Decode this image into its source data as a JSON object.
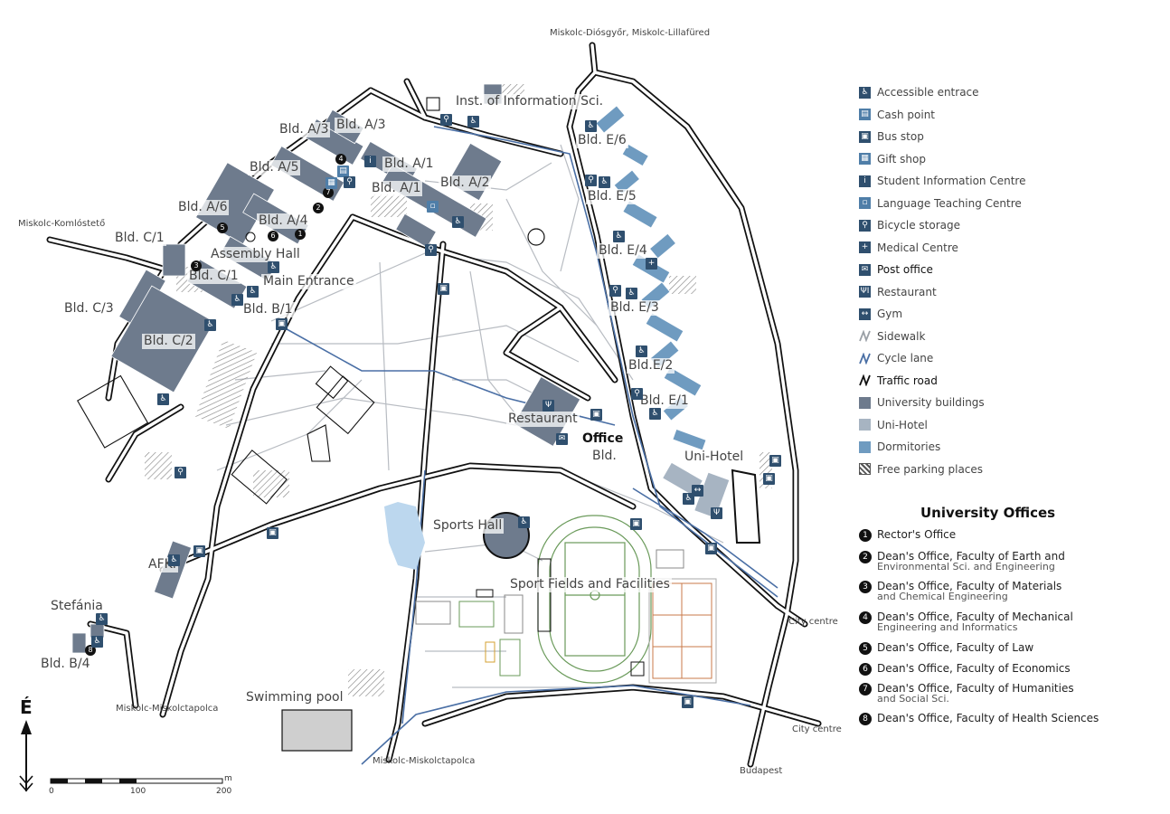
{
  "map": {
    "road_labels": {
      "north": "Miskolc-Diósgyőr, Miskolc-Lillafüred",
      "west": "Miskolc-Komlóstető",
      "southwest": "Miskolc-Miskolctapolca",
      "south": "Miskolc-Miskolctapolca",
      "east_upper": "City centre",
      "east_lower": "City centre",
      "southeast": "Budapest"
    },
    "buildings": {
      "inst_info": "Inst. of Information Sci.",
      "a3_left": "Bld. A/3",
      "a3_right": "Bld. A/3",
      "a1_top": "Bld. A/1",
      "a1_bottom": "Bld. A/1",
      "a5": "Bld. A/5",
      "a2": "Bld. A/2",
      "a6": "Bld. A/6",
      "a4": "Bld. A/4",
      "c1_left": "Bld. C/1",
      "assembly": "Assembly Hall",
      "c1": "Bld. C/1",
      "main_entrance": "Main Entrance",
      "c3": "Bld. C/3",
      "b1": "Bld. B/1",
      "c2": "Bld. C/2",
      "e6": "Bld. E/6",
      "e5": "Bld. E/5",
      "e4": "Bld. E/4",
      "e3": "Bld. E/3",
      "e2": "Bld.E/2",
      "e1": "Bld. E/1",
      "uni_hotel": "Uni-Hotel",
      "restaurant": "Restaurant",
      "office": "Office",
      "office_bld": "Bld.",
      "sports_hall": "Sports Hall",
      "sport_fields": "Sport Fields and Facilities",
      "afki": "AFKI",
      "stefania": "Stefánia",
      "b4": "Bld. B/4",
      "swimming_pool": "Swimming pool"
    },
    "office_markers": [
      "1",
      "2",
      "3",
      "4",
      "5",
      "6",
      "7",
      "8"
    ]
  },
  "legend": {
    "items": [
      {
        "label": "Accessible entrace",
        "icon": "accessible-icon",
        "glyph": "♿",
        "color": "#2f4f6e"
      },
      {
        "label": "Cash point",
        "icon": "cash-point-icon",
        "glyph": "▤",
        "color": "#4f7ea8"
      },
      {
        "label": "Bus stop",
        "icon": "bus-stop-icon",
        "glyph": "▣",
        "color": "#2f4f6e"
      },
      {
        "label": "Gift shop",
        "icon": "gift-shop-icon",
        "glyph": "▦",
        "color": "#4f7ea8"
      },
      {
        "label": "Student Information Centre",
        "icon": "information-icon",
        "glyph": "i",
        "color": "#2f4f6e"
      },
      {
        "label": "Language Teaching Centre",
        "icon": "language-centre-icon",
        "glyph": "▫",
        "color": "#4f7ea8"
      },
      {
        "label": "Bicycle storage",
        "icon": "bicycle-icon",
        "glyph": "⚲",
        "color": "#2f4f6e"
      },
      {
        "label": "Medical Centre",
        "icon": "medical-cross-icon",
        "glyph": "+",
        "color": "#2f4f6e"
      },
      {
        "label": "Post office",
        "icon": "envelope-icon",
        "glyph": "✉",
        "color": "#2f4f6e"
      },
      {
        "label": "Restaurant",
        "icon": "fork-knife-icon",
        "glyph": "ΨΙ",
        "color": "#2f4f6e"
      },
      {
        "label": "Gym",
        "icon": "dumbbell-icon",
        "glyph": "↔",
        "color": "#2f4f6e"
      },
      {
        "label": "Sidewalk",
        "icon": "sidewalk-line-icon",
        "glyph": "",
        "color": "#9aa0a6"
      },
      {
        "label": "Cycle lane",
        "icon": "cycle-lane-line-icon",
        "glyph": "",
        "color": "#4a6fa5"
      },
      {
        "label": "Traffic road",
        "icon": "traffic-road-line-icon",
        "glyph": "",
        "color": "#111111"
      },
      {
        "label": "University buildings",
        "icon": "university-building-swatch",
        "glyph": "",
        "color": "#6e7b8d"
      },
      {
        "label": "Uni-Hotel",
        "icon": "uni-hotel-swatch",
        "glyph": "",
        "color": "#a7b4c2"
      },
      {
        "label": "Dormitories",
        "icon": "dormitory-swatch",
        "glyph": "",
        "color": "#6f9bc0"
      },
      {
        "label": "Free parking places",
        "icon": "parking-hatch-swatch",
        "glyph": "",
        "color": "#555555"
      }
    ]
  },
  "offices": {
    "title": "University Offices",
    "items": [
      {
        "num": "1",
        "label": "Rector's Office",
        "sub": ""
      },
      {
        "num": "2",
        "label": "Dean's Office, Faculty of Earth and",
        "sub": "Environmental Sci. and Engineering"
      },
      {
        "num": "3",
        "label": "Dean's Office, Faculty of Materials",
        "sub": "and Chemical Engineering"
      },
      {
        "num": "4",
        "label": "Dean's Office, Faculty of Mechanical",
        "sub": "Engineering and Informatics"
      },
      {
        "num": "5",
        "label": "Dean's Office, Faculty of Law",
        "sub": ""
      },
      {
        "num": "6",
        "label": "Dean's Office, Faculty of Economics",
        "sub": ""
      },
      {
        "num": "7",
        "label": "Dean's Office, Faculty of Humanities",
        "sub": "and Social Sci."
      },
      {
        "num": "8",
        "label": "Dean's Office, Faculty of Health Sciences",
        "sub": ""
      }
    ]
  },
  "north_arrow": {
    "label": "É"
  },
  "scale_bar": {
    "unit": "m",
    "ticks": [
      "0",
      "100",
      "200"
    ]
  },
  "colors": {
    "university_building": "#6e7b8d",
    "dormitory": "#6f9bc0",
    "uni_hotel": "#a7b4c2",
    "cycle_lane": "#4a6fa5",
    "traffic_road": "#111111",
    "sidewalk": "#9aa0a6",
    "track": "#6a9a5a",
    "field_orange": "#c87a4a"
  }
}
